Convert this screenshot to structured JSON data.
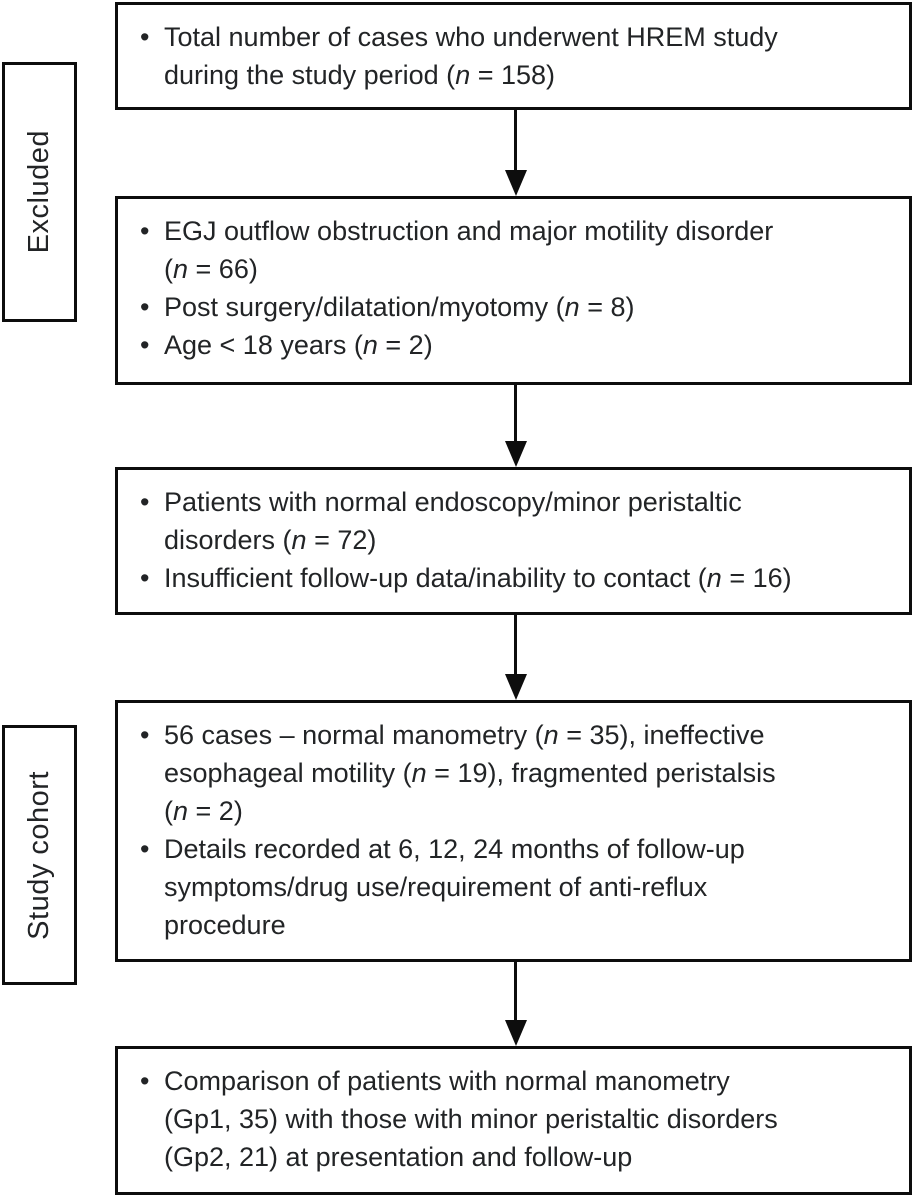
{
  "figure": {
    "side_labels": [
      {
        "label": "Excluded"
      },
      {
        "label": "Study cohort"
      }
    ],
    "boxes": [
      {
        "name": "total-hrem-cases",
        "bullets": [
          [
            [
              {
                "t": "Total number of cases who underwent HREM study"
              }
            ],
            [
              {
                "t": "during the study period ("
              },
              {
                "t": "n",
                "i": true
              },
              {
                "t": " = 158)"
              }
            ]
          ]
        ]
      },
      {
        "name": "exclusions",
        "bullets": [
          [
            [
              {
                "t": "EGJ outflow obstruction and major motility disorder"
              }
            ],
            [
              {
                "t": "("
              },
              {
                "t": "n",
                "i": true
              },
              {
                "t": " = 66)"
              }
            ]
          ],
          [
            [
              {
                "t": "Post surgery/dilatation/myotomy ("
              },
              {
                "t": "n",
                "i": true
              },
              {
                "t": " = 8)"
              }
            ]
          ],
          [
            [
              {
                "t": "Age < 18 years ("
              },
              {
                "t": "n",
                "i": true
              },
              {
                "t": " = 2)"
              }
            ]
          ]
        ]
      },
      {
        "name": "further-exclusions",
        "bullets": [
          [
            [
              {
                "t": "Patients with normal endoscopy/minor peristaltic"
              }
            ],
            [
              {
                "t": "disorders ("
              },
              {
                "t": "n",
                "i": true
              },
              {
                "t": " = 72)"
              }
            ]
          ],
          [
            [
              {
                "t": "Insufficient follow-up data/inability to contact ("
              },
              {
                "t": "n",
                "i": true
              },
              {
                "t": " = 16)"
              }
            ]
          ]
        ]
      },
      {
        "name": "study-cohort-details",
        "bullets": [
          [
            [
              {
                "t": "56 cases – normal manometry ("
              },
              {
                "t": "n",
                "i": true
              },
              {
                "t": " = 35), ineffective"
              }
            ],
            [
              {
                "t": "esophageal motility ("
              },
              {
                "t": "n",
                "i": true
              },
              {
                "t": " = 19), fragmented peristalsis"
              }
            ],
            [
              {
                "t": "("
              },
              {
                "t": "n",
                "i": true
              },
              {
                "t": " = 2)"
              }
            ]
          ],
          [
            [
              {
                "t": "Details recorded at 6, 12, 24 months of follow-up"
              }
            ],
            [
              {
                "t": "symptoms/drug use/requirement of anti-reflux"
              }
            ],
            [
              {
                "t": "procedure"
              }
            ]
          ]
        ]
      },
      {
        "name": "comparison",
        "bullets": [
          [
            [
              {
                "t": "Comparison of patients with normal manometry"
              }
            ],
            [
              {
                "t": "(Gp1, 35) with those with minor peristaltic disorders"
              }
            ],
            [
              {
                "t": "(Gp2, 21) at presentation and follow-up"
              }
            ]
          ]
        ]
      }
    ]
  }
}
